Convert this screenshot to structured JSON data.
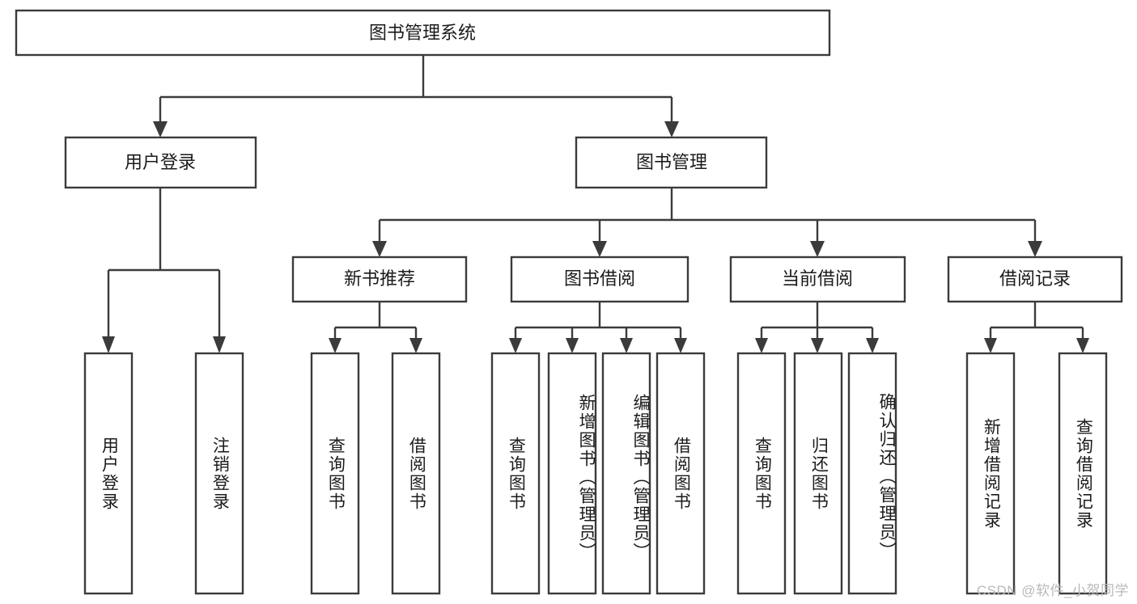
{
  "diagram": {
    "title": "图书管理系统",
    "type": "org-tree",
    "orientation": "top-down",
    "watermark": "CSDN @软件_小贺同学",
    "colors": {
      "box_fill": "#ffffff",
      "box_stroke": "#3b3b3b",
      "text": "#1b1b1b",
      "watermark": "#b9b9b9",
      "background": "#ffffff"
    },
    "root": {
      "label": "图书管理系统",
      "level": 1
    },
    "level2": [
      {
        "label": "用户登录"
      },
      {
        "label": "图书管理"
      }
    ],
    "level3": [
      {
        "label": "新书推荐"
      },
      {
        "label": "图书借阅"
      },
      {
        "label": "当前借阅"
      },
      {
        "label": "借阅记录"
      }
    ],
    "leaves": {
      "user_login": [
        {
          "label": "用户登录"
        },
        {
          "label": "注销登录"
        }
      ],
      "new_book_recommend": [
        {
          "label": "查询图书"
        },
        {
          "label": "借阅图书"
        }
      ],
      "book_borrow": [
        {
          "label": "查询图书"
        },
        {
          "label": "新增图书（管理员）"
        },
        {
          "label": "编辑图书（管理员）"
        },
        {
          "label": "借阅图书"
        }
      ],
      "current_borrow": [
        {
          "label": "查询图书"
        },
        {
          "label": "归还图书"
        },
        {
          "label": "确认归还（管理员）"
        }
      ],
      "borrow_record": [
        {
          "label": "新增借阅记录"
        },
        {
          "label": "查询借阅记录"
        }
      ]
    }
  }
}
